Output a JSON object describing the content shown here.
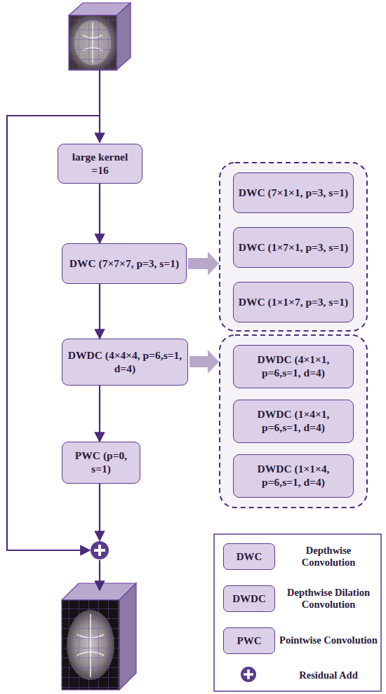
{
  "diagram": {
    "nodes": [
      {
        "text": [
          "large kernel =16"
        ]
      },
      {
        "text": [
          "DWC (7×7×7, p=3, s=1)"
        ]
      },
      {
        "text": [
          "DWC (7×1×1, p=3, s=1)"
        ]
      },
      {
        "text": [
          "DWC (1×7×1, p=3, s=1)"
        ]
      },
      {
        "text": [
          "DWC (1×1×7, p=3, s=1)"
        ]
      },
      {
        "text": [
          "DWDC (4×4×4, p=6,s=1, d=4)"
        ]
      },
      {
        "text": [
          "DWDC (4×1×1, p=6,s=1, d=4)"
        ]
      },
      {
        "text": [
          "DWDC (1×4×1, p=6,s=1, d=4)"
        ]
      },
      {
        "text": [
          "DWDC (1×1×4, p=6,s=1, d=4)"
        ]
      },
      {
        "text": [
          "PWC (p=0, s=1)"
        ]
      }
    ],
    "edges": [
      {
        "from": 0,
        "to": 1,
        "arrow": "to"
      },
      {
        "from": 1,
        "to": 5,
        "arrow": "to"
      },
      {
        "from": 5,
        "to": 9,
        "arrow": "to"
      }
    ],
    "labels": [
      "DWC",
      "DWDC",
      "PWC"
    ],
    "legend": [
      {
        "text": "Depthwise Convolution",
        "color": "#dcd0e8"
      },
      {
        "text": "Depthwise Dilation Convolution",
        "color": "#dcd0e8"
      },
      {
        "text": "Pointwise Convolution",
        "color": "#dcd0e8"
      },
      {
        "text": "Residual Add"
      }
    ]
  }
}
